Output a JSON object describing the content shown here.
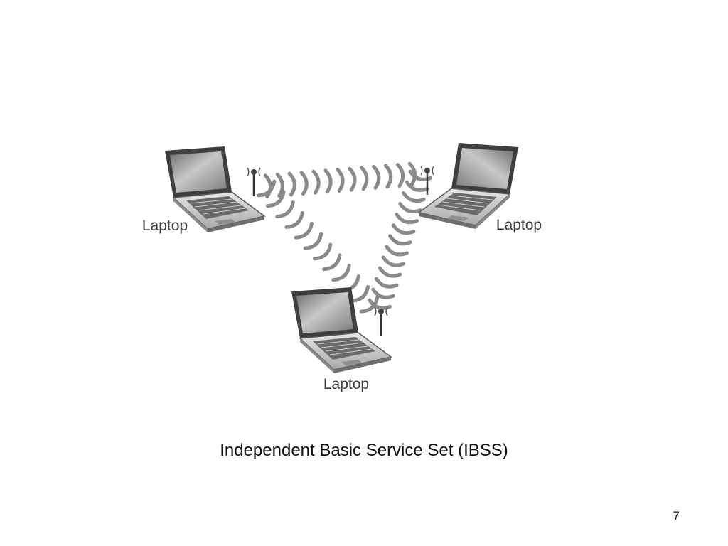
{
  "slide": {
    "caption": "Independent Basic Service Set (IBSS)",
    "page_number": "7"
  },
  "diagram": {
    "nodes": [
      {
        "id": "left",
        "label": "Laptop",
        "icon": "laptop-icon",
        "facing": "right"
      },
      {
        "id": "right",
        "label": "Laptop",
        "icon": "laptop-icon",
        "facing": "left"
      },
      {
        "id": "bottom",
        "label": "Laptop",
        "icon": "laptop-icon",
        "facing": "right"
      }
    ],
    "links": [
      {
        "from": "left",
        "to": "right",
        "icon": "wireless-signal-icon"
      },
      {
        "from": "left",
        "to": "bottom",
        "icon": "wireless-signal-icon"
      },
      {
        "from": "right",
        "to": "bottom",
        "icon": "wireless-signal-icon"
      }
    ],
    "colors": {
      "signal": "#8a8a8a",
      "laptop_body": "#d8d8d8",
      "laptop_outline": "#555555",
      "screen": "#9a9a9a"
    }
  }
}
